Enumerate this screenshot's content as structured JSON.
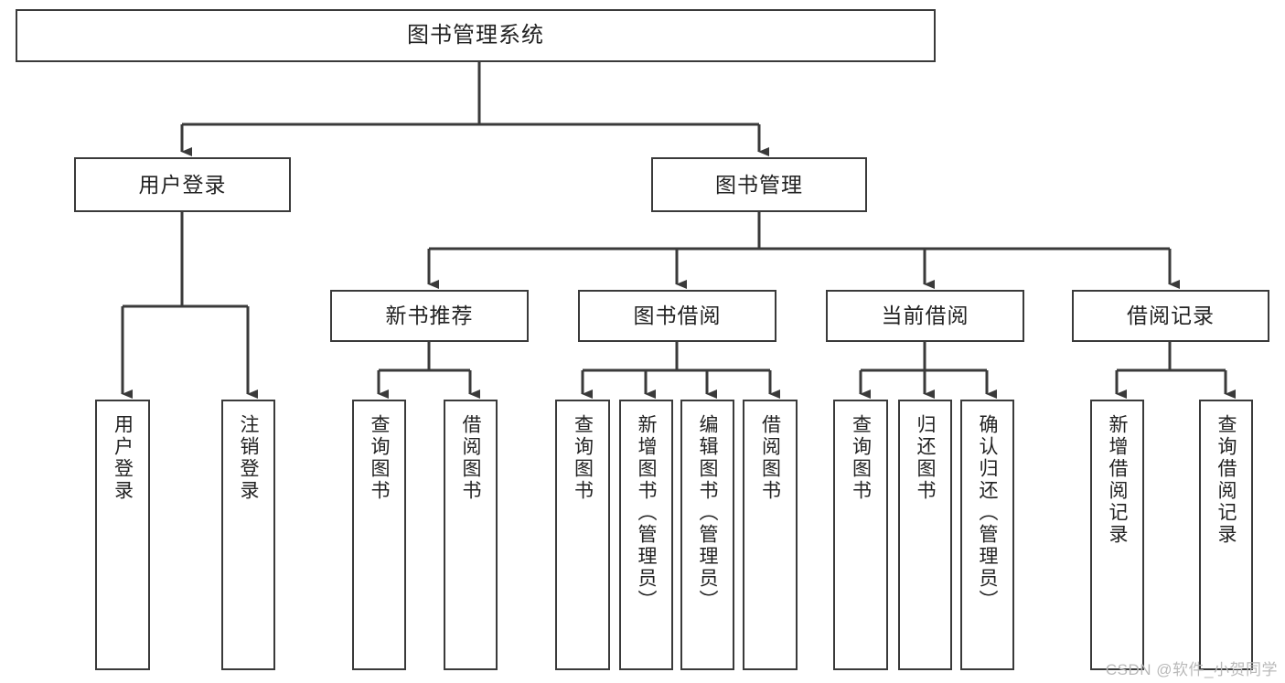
{
  "diagram": {
    "type": "tree",
    "title": "图书管理系统",
    "orientation": "top-down",
    "colors": {
      "box_border": "#3a3a3a",
      "box_fill": "#ffffff",
      "connector": "#3a3a3a",
      "background": "#ffffff",
      "watermark": "#b9b9b9"
    }
  },
  "nodes": {
    "root": {
      "label": "图书管理系统"
    },
    "level2": [
      {
        "label": "用户登录"
      },
      {
        "label": "图书管理"
      }
    ],
    "level3": [
      {
        "label": "新书推荐"
      },
      {
        "label": "图书借阅"
      },
      {
        "label": "当前借阅"
      },
      {
        "label": "借阅记录"
      }
    ],
    "leaves": {
      "user_login": [
        {
          "label": "用户登录"
        },
        {
          "label": "注销登录"
        }
      ],
      "new_book": [
        {
          "label": "查询图书"
        },
        {
          "label": "借阅图书"
        }
      ],
      "book_borrow": [
        {
          "label": "查询图书"
        },
        {
          "label": "新增图书（管理员）"
        },
        {
          "label": "编辑图书（管理员）"
        },
        {
          "label": "借阅图书"
        }
      ],
      "current_borrow": [
        {
          "label": "查询图书"
        },
        {
          "label": "归还图书"
        },
        {
          "label": "确认归还（管理员）"
        }
      ],
      "borrow_record": [
        {
          "label": "新增借阅记录"
        },
        {
          "label": "查询借阅记录"
        }
      ]
    }
  },
  "watermark": {
    "text": "CSDN @软件_小贺同学"
  }
}
